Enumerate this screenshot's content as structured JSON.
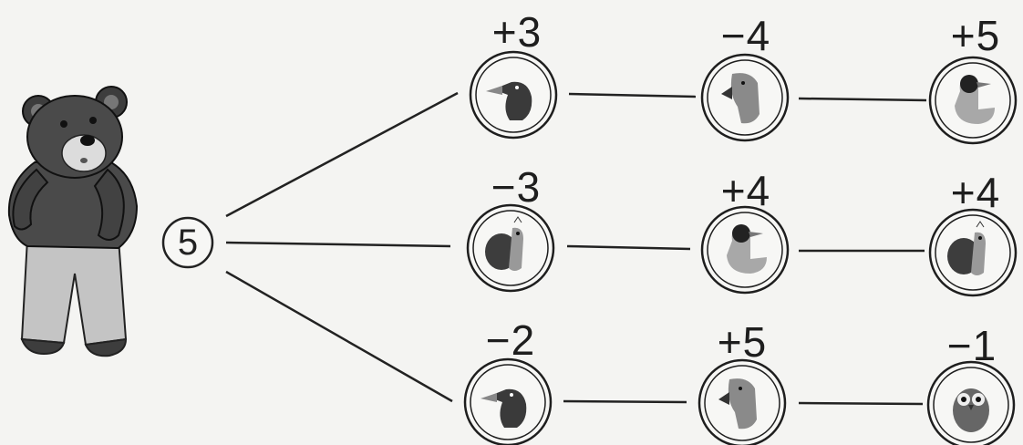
{
  "start": {
    "value": "5",
    "character": "teddy-bear"
  },
  "rows": [
    {
      "steps": [
        {
          "op": "+3",
          "bird": "crow"
        },
        {
          "op": "−4",
          "bird": "parrot"
        },
        {
          "op": "+5",
          "bird": "duck"
        }
      ]
    },
    {
      "steps": [
        {
          "op": "−3",
          "bird": "peacock"
        },
        {
          "op": "+4",
          "bird": "duck"
        },
        {
          "op": "+4",
          "bird": "peacock"
        }
      ]
    },
    {
      "steps": [
        {
          "op": "−2",
          "bird": "crow"
        },
        {
          "op": "+5",
          "bird": "parrot"
        },
        {
          "op": "−1",
          "bird": "owl"
        }
      ]
    }
  ],
  "colors": {
    "ink": "#1e1e1e",
    "bear_body": "#4a4a4a",
    "pants": "#bdbdbd",
    "background": "#f4f4f2"
  }
}
